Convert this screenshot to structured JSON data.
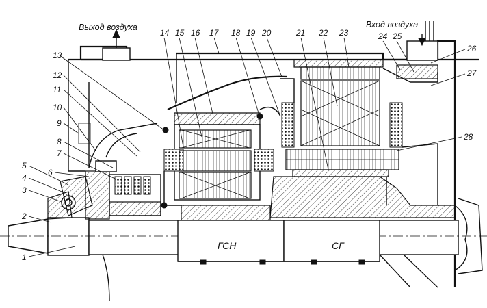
{
  "labels": {
    "air_out": "Выход воздуха",
    "air_in": "Вход воздуха",
    "gsn": "ГСН",
    "sg": "СГ"
  },
  "callouts": {
    "n1": "1",
    "n2": "2",
    "n3": "3",
    "n4": "4",
    "n5": "5",
    "n6": "6",
    "n7": "7",
    "n8": "8",
    "n9": "9",
    "n10": "10",
    "n11": "11",
    "n12": "12",
    "n13": "13",
    "n14": "14",
    "n15": "15",
    "n16": "16",
    "n17": "17",
    "n18": "18",
    "n19": "19",
    "n20": "20",
    "n21": "21",
    "n22": "22",
    "n23": "23",
    "n24": "24",
    "n25": "25",
    "n26": "26",
    "n27": "27",
    "n28": "28"
  }
}
